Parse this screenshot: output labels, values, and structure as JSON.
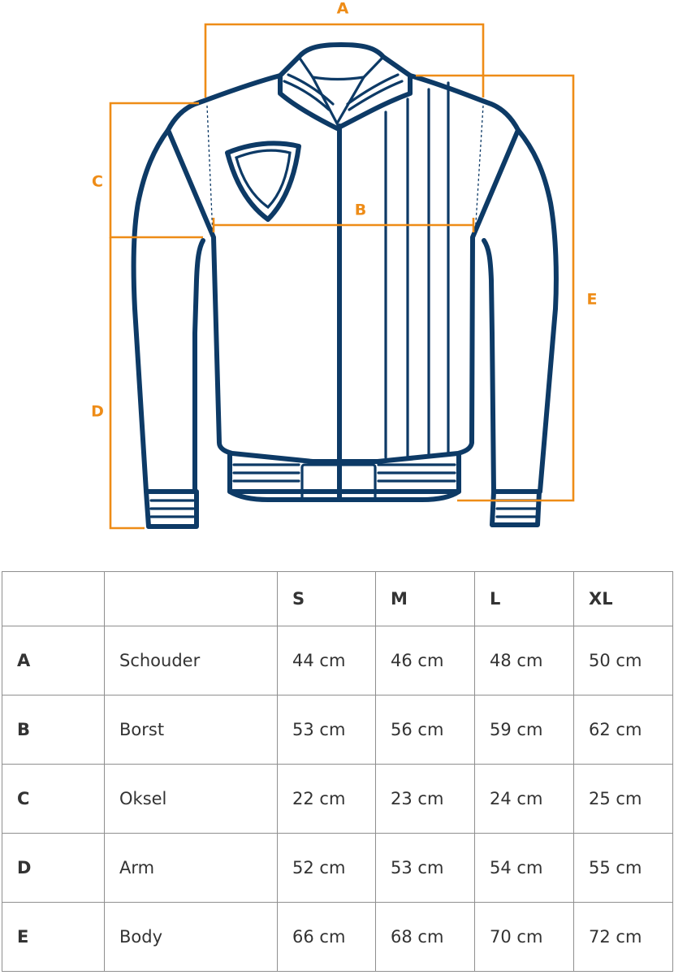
{
  "diagram": {
    "labels": {
      "A": "A",
      "B": "B",
      "C": "C",
      "D": "D",
      "E": "E"
    },
    "colors": {
      "outline": "#0d3a66",
      "dimension": "#ee8c17"
    },
    "icons": {
      "garment": "bomber-jacket-outline",
      "patch": "shield-icon"
    }
  },
  "size_table": {
    "header": [
      "",
      "",
      "S",
      "M",
      "L",
      "XL"
    ],
    "rows": [
      {
        "code": "A",
        "name": "Schouder",
        "values": [
          "44 cm",
          "46 cm",
          "48 cm",
          "50 cm"
        ]
      },
      {
        "code": "B",
        "name": "Borst",
        "values": [
          "53 cm",
          "56 cm",
          "59 cm",
          "62 cm"
        ]
      },
      {
        "code": "C",
        "name": "Oksel",
        "values": [
          "22 cm",
          "23 cm",
          "24 cm",
          "25 cm"
        ]
      },
      {
        "code": "D",
        "name": "Arm",
        "values": [
          "52 cm",
          "53 cm",
          "54 cm",
          "55 cm"
        ]
      },
      {
        "code": "E",
        "name": "Body",
        "values": [
          "66 cm",
          "68 cm",
          "70 cm",
          "72 cm"
        ]
      }
    ]
  }
}
